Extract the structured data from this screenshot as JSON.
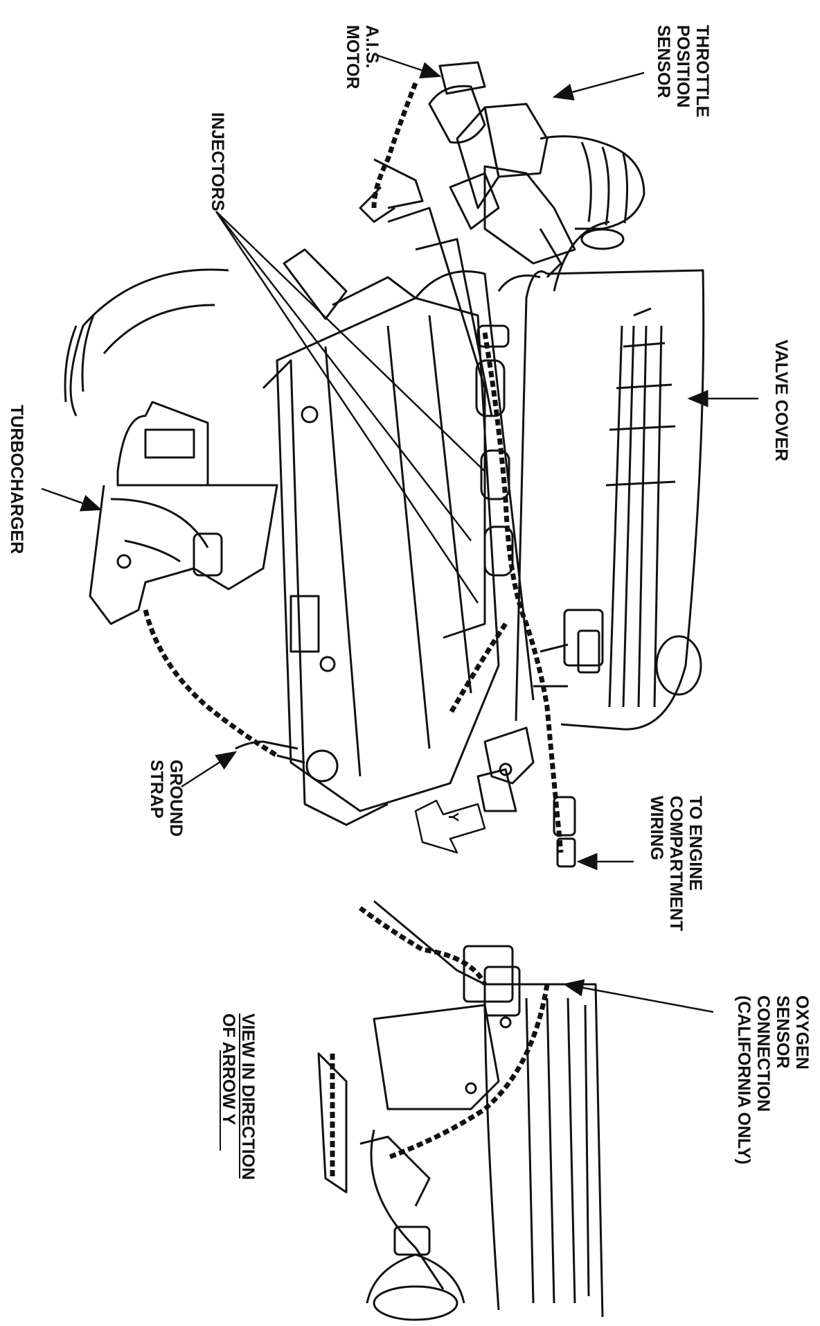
{
  "labels": {
    "throttle": [
      "THROTTLE",
      "POSITION",
      "SENSOR"
    ],
    "ais": [
      "A.I.S.",
      "MOTOR"
    ],
    "injectors": "INJECTORS",
    "valve_cover": "VALVE COVER",
    "turbo": "TURBOCHARGER",
    "ground": [
      "GROUND",
      "STRAP"
    ],
    "engine_wiring": [
      "TO ENGINE",
      "COMPARTMENT",
      "WIRING"
    ],
    "oxygen": [
      "OXYGEN",
      "SENSOR",
      "CONNECTION",
      "(CALIFORNIA ONLY)"
    ],
    "view": [
      "VIEW IN DIRECTION",
      "OF ARROW Y"
    ],
    "arrow_letter": "Y"
  },
  "colors": {
    "ink": "#111111",
    "paper": "#ffffff"
  }
}
